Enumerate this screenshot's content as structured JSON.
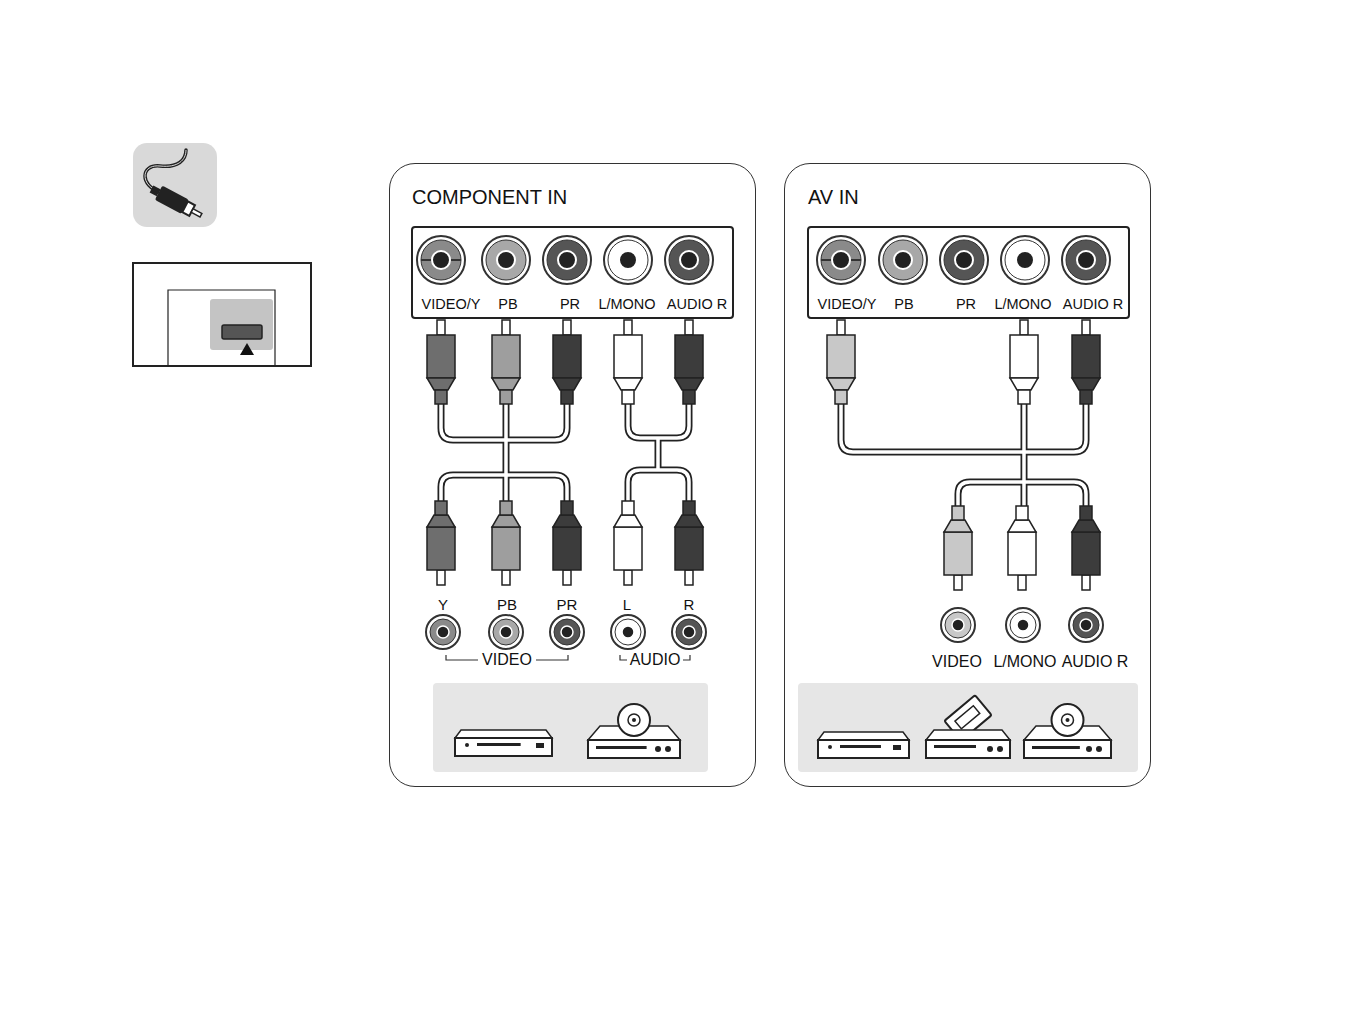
{
  "diagram": {
    "nodes": [
      {
        "text": [
          "COMPONENT IN"
        ]
      },
      {
        "text": [
          "VIDEO/Y",
          "PB",
          "PR",
          "L/MONO",
          "AUDIO R"
        ],
        "in": 0
      },
      {
        "text": [
          "AV IN"
        ]
      },
      {
        "text": [
          "VIDEO/Y",
          "PB",
          "PR",
          "L/MONO",
          "AUDIO R"
        ],
        "in": 2
      }
    ],
    "labels": [
      "Y",
      "PB",
      "PR",
      "L",
      "R",
      "VIDEO",
      "AUDIO",
      "VIDEO",
      "L/MONO",
      "AUDIO R"
    ]
  }
}
